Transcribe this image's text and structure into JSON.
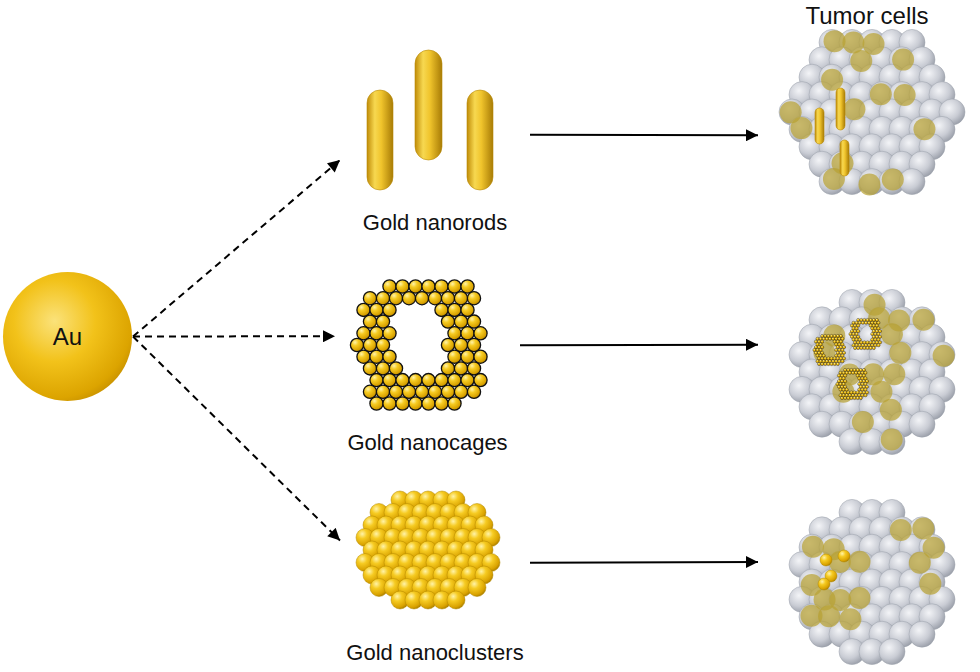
{
  "diagram": {
    "nodes": [
      {
        "text": [
          "Au"
        ]
      },
      {
        "text": [
          "Gold nanorods"
        ]
      },
      {
        "text": [
          "Gold nanocages"
        ]
      },
      {
        "text": [
          "Gold nanoclusters"
        ]
      },
      {
        "text": [
          "Tumor cells"
        ]
      },
      {
        "text": []
      },
      {
        "text": []
      }
    ],
    "edges": [
      {
        "from": 0,
        "to": 1,
        "arrow": "to"
      },
      {
        "from": 0,
        "to": 2,
        "arrow": "to"
      },
      {
        "from": 0,
        "to": 3,
        "arrow": "to"
      },
      {
        "from": 1,
        "to": 4,
        "arrow": "to"
      },
      {
        "from": 2,
        "to": 5,
        "arrow": "to"
      },
      {
        "from": 3,
        "to": 6,
        "arrow": "to"
      }
    ]
  }
}
